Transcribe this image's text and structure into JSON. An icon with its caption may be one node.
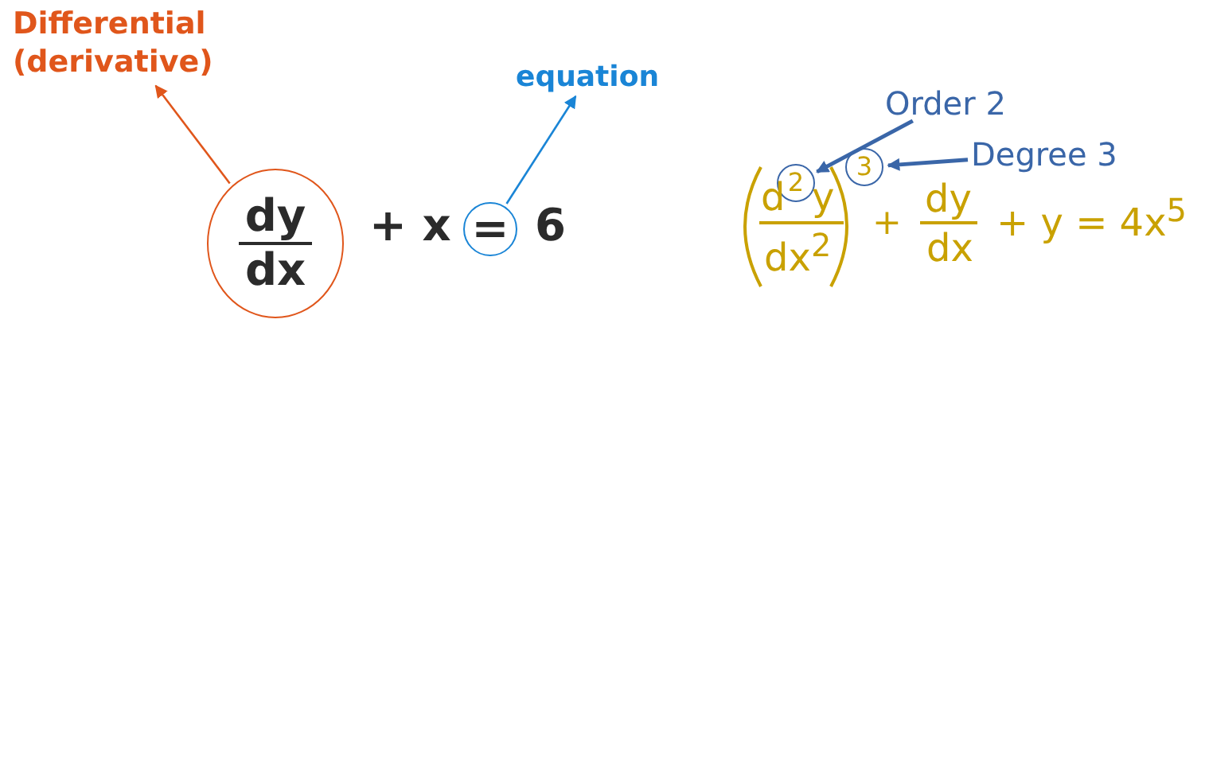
{
  "diagram": {
    "nodes": [
      {
        "text": [
          "Differential (derivative)"
        ]
      },
      {
        "text": [
          "dy",
          "dx"
        ]
      },
      {
        "text": [
          "equation"
        ]
      },
      {
        "text": [
          "="
        ]
      },
      {
        "text": [
          "Order 2"
        ]
      },
      {
        "text": [
          "2"
        ]
      },
      {
        "text": [
          "Degree 3"
        ]
      },
      {
        "text": [
          "3"
        ]
      }
    ],
    "edges": [
      {
        "from": 1,
        "to": 0,
        "arrow": "to",
        "color": "#e0561b"
      },
      {
        "from": 3,
        "to": 2,
        "arrow": "to",
        "color": "#1a85d6"
      },
      {
        "from": 4,
        "to": 5,
        "arrow": "to",
        "color": "#3a66a8"
      },
      {
        "from": 6,
        "to": 7,
        "arrow": "to",
        "color": "#3a66a8"
      }
    ],
    "labels": [
      "+ x",
      "6",
      "d",
      "y",
      "dx$^{2}$",
      "+",
      "dy",
      "dx",
      "+ y = 4x$^{5}$"
    ]
  }
}
